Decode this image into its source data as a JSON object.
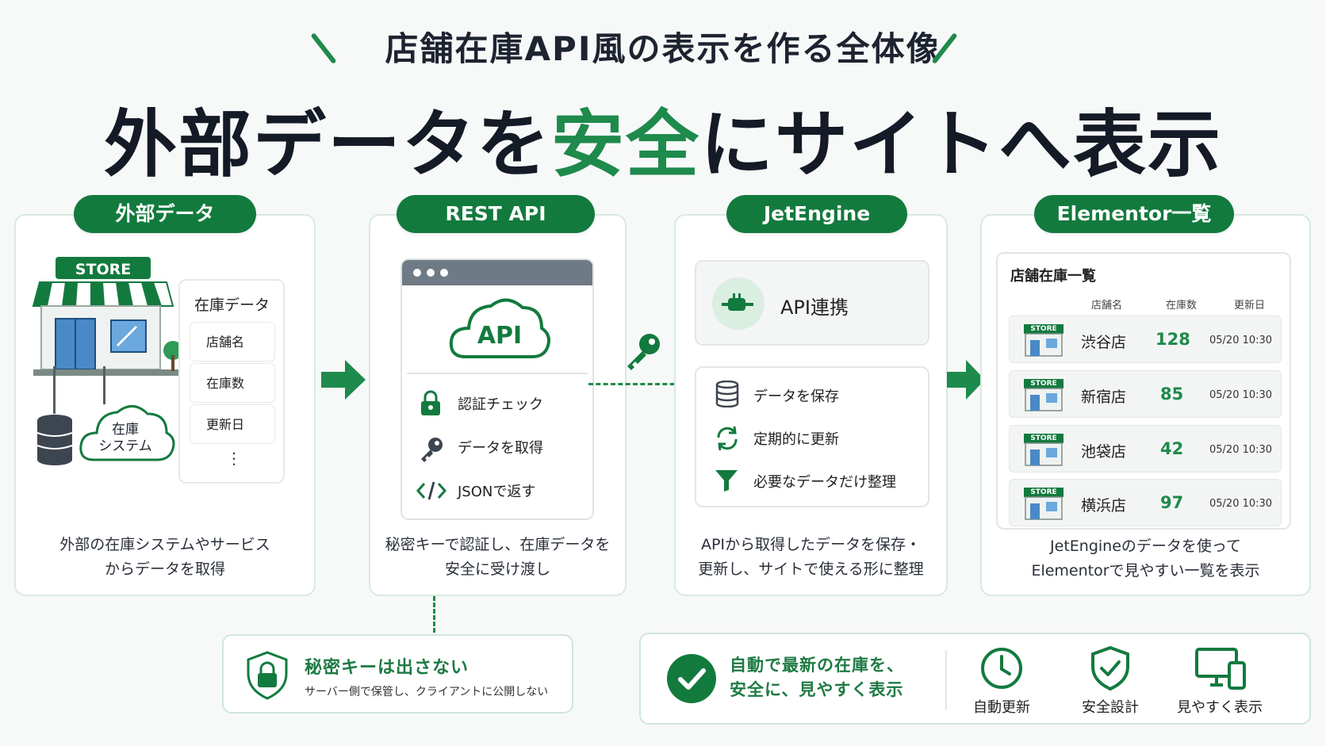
{
  "header": {
    "subtitle": "店舗在庫API風の表示を作る全体像",
    "headline_part1": "外部データを",
    "headline_highlight": "安全",
    "headline_part2": "にサイトへ表示"
  },
  "stages": [
    {
      "label": "外部データ",
      "store_sign": "STORE",
      "cloud_text": "在庫\nシステム",
      "panel_title": "在庫データ",
      "fields": [
        "店舗名",
        "在庫数",
        "更新日"
      ],
      "more": "⋮",
      "caption": [
        "外部の在庫システムやサービス",
        "からデータを取得"
      ]
    },
    {
      "label": "REST API",
      "cloud_label": "API",
      "features": [
        "認証チェック",
        "データを取得",
        "JSONで返す"
      ],
      "caption": [
        "秘密キーで認証し、在庫データを",
        "安全に受け渡し"
      ]
    },
    {
      "label": "JetEngine",
      "api_label": "API連携",
      "features": [
        "データを保存",
        "定期的に更新",
        "必要なデータだけ整理"
      ],
      "caption": [
        "APIから取得したデータを保存・",
        "更新し、サイトで使える形に整理"
      ]
    },
    {
      "label": "Elementor一覧",
      "table_title": "店舗在庫一覧",
      "columns": [
        "店舗名",
        "在庫数",
        "更新日"
      ],
      "rows": [
        {
          "store": "渋谷店",
          "count": "128",
          "date": "05/20 10:30",
          "badge": "STORE"
        },
        {
          "store": "新宿店",
          "count": "85",
          "date": "05/20 10:30",
          "badge": "STORE"
        },
        {
          "store": "池袋店",
          "count": "42",
          "date": "05/20 10:30",
          "badge": "STORE"
        },
        {
          "store": "横浜店",
          "count": "97",
          "date": "05/20 10:30",
          "badge": "STORE"
        }
      ],
      "caption": [
        "JetEngineのデータを使って",
        "Elementorで見やすい一覧を表示"
      ]
    }
  ],
  "secret_note": {
    "title": "秘密キーは出さない",
    "subtitle": "サーバー側で保管し、クライアントに公開しない"
  },
  "summary": {
    "message_line1": "自動で最新の在庫を、",
    "message_line2": "安全に、見やすく表示",
    "features": [
      "自動更新",
      "安全設計",
      "見やすく表示"
    ]
  },
  "colors": {
    "accent": "#1e8a4c",
    "pill": "#137a3e",
    "text": "#1d2330"
  }
}
